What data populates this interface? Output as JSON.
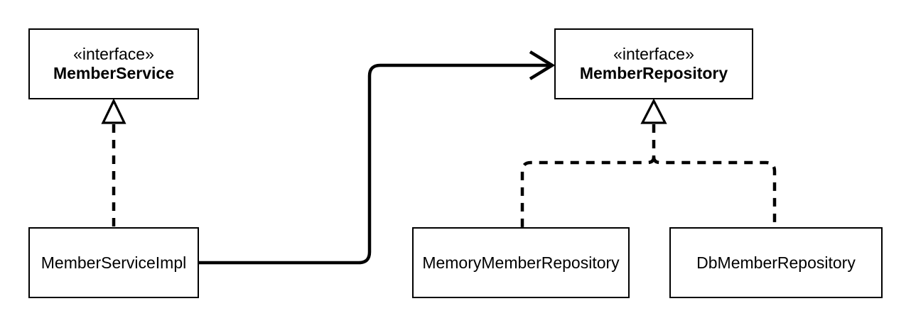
{
  "diagram": {
    "type": "uml-class-diagram",
    "colors": {
      "background": "#ffffff",
      "stroke": "#000000",
      "text": "#000000",
      "box_fill": "#ffffff"
    },
    "classes": [
      {
        "id": "member-service",
        "stereotype": "«interface»",
        "name": "MemberService"
      },
      {
        "id": "member-repository",
        "stereotype": "«interface»",
        "name": "MemberRepository"
      },
      {
        "id": "member-service-impl",
        "name": "MemberServiceImpl"
      },
      {
        "id": "memory-member-repository",
        "name": "MemoryMemberRepository"
      },
      {
        "id": "db-member-repository",
        "name": "DbMemberRepository"
      }
    ],
    "relationships": [
      {
        "type": "realization",
        "from": "MemberServiceImpl",
        "to": "MemberService",
        "line": "dashed",
        "marker": "hollow-triangle"
      },
      {
        "type": "realization",
        "from": "MemoryMemberRepository",
        "to": "MemberRepository",
        "line": "dashed",
        "marker": "hollow-triangle"
      },
      {
        "type": "realization",
        "from": "DbMemberRepository",
        "to": "MemberRepository",
        "line": "dashed",
        "marker": "hollow-triangle"
      },
      {
        "type": "dependency",
        "from": "MemberServiceImpl",
        "to": "MemberRepository",
        "line": "solid",
        "marker": "open-arrow"
      }
    ]
  }
}
